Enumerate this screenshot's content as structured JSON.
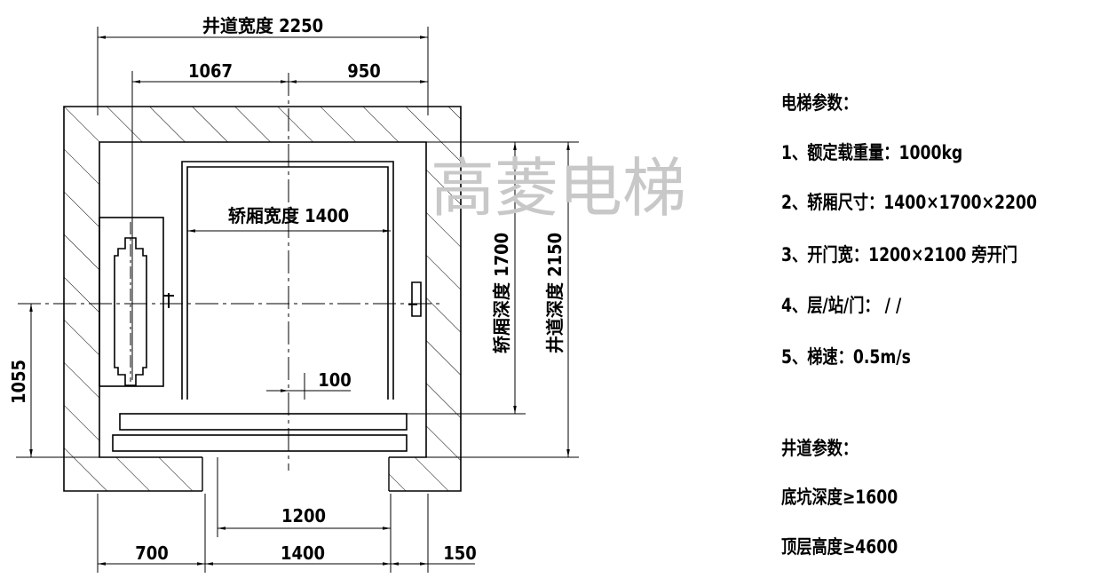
{
  "shaft_diagram": {
    "dims": {
      "shaft_width": "井道宽度 2250",
      "left_to_center": "1067",
      "center_to_right": "950",
      "car_width": "轿厢宽度 1400",
      "car_depth": "轿厢深度 1700",
      "shaft_depth": "井道深度 2150",
      "counterweight_offset": "1055",
      "center_offset": "100",
      "door_width": "1200",
      "bottom_left": "700",
      "bottom_mid": "1400",
      "bottom_right": "150"
    },
    "watermark": "高菱电梯"
  },
  "elevator_params": {
    "title": "电梯参数：",
    "items": [
      "1、额定载重量：1000kg",
      "2、轿厢尺寸：1400×1700×2200",
      "3、开门宽：1200×2100 旁开门",
      "4、层/站/门： / /",
      "5、梯速：0.5m/s"
    ]
  },
  "shaft_params": {
    "title": "井道参数：",
    "items": [
      "底坑深度≥1600",
      "顶层高度≥4600"
    ]
  }
}
